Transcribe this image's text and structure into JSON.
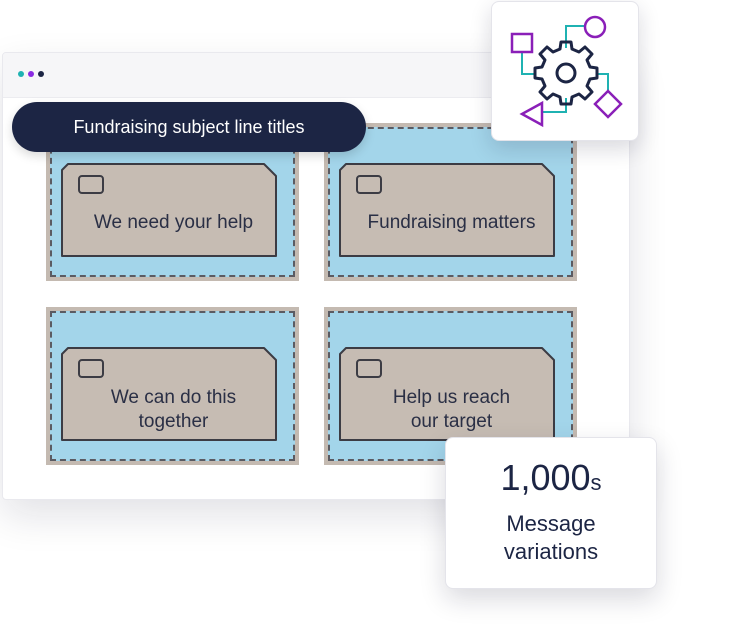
{
  "window": {
    "dot_colors": [
      "#1fb2b2",
      "#8a2be2",
      "#1c2544"
    ]
  },
  "pill": {
    "label": "Fundraising subject line titles"
  },
  "cards": [
    {
      "lines": [
        "We need your help"
      ]
    },
    {
      "lines": [
        "Fundraising matters"
      ]
    },
    {
      "lines": [
        "We can do this",
        "together"
      ]
    },
    {
      "lines": [
        "Help us reach",
        "our target"
      ]
    }
  ],
  "workflow": {
    "icon": "gear-workflow-icon",
    "colors": {
      "gear": "#1c2544",
      "shapes": "#8a1fb8",
      "connectors": "#1fb2b2"
    }
  },
  "stat": {
    "number": "1,000",
    "suffix": "s",
    "label_line1": "Message",
    "label_line2": "variations"
  },
  "colors": {
    "card_outer": "#c4bab1",
    "card_inner": "#a3d5ea",
    "tag_fill": "#c6bcb3",
    "tag_stroke": "#3c3c44",
    "pill_bg": "#1c2544"
  }
}
